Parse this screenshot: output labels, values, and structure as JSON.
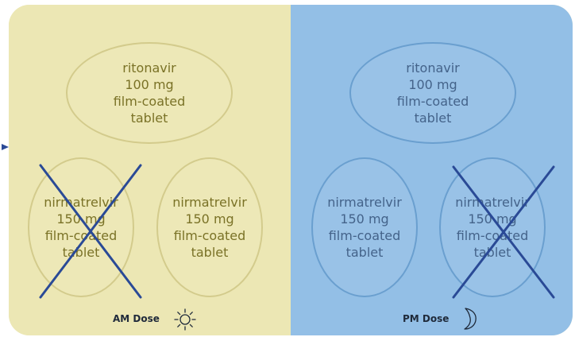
{
  "am": {
    "dose_label": "AM Dose",
    "icon": "sun-icon",
    "tablets": {
      "ritonavir": [
        "ritonavir",
        "100 mg",
        "film-coated",
        "tablet"
      ],
      "nirmatrelvir_1": [
        "nirmatrelvir",
        "150 mg",
        "film-coated",
        "tablet"
      ],
      "nirmatrelvir_2": [
        "nirmatrelvir",
        "150 mg",
        "film-coated",
        "tablet"
      ]
    },
    "crossed_out": "nirmatrelvir_1"
  },
  "pm": {
    "dose_label": "PM Dose",
    "icon": "moon-icon",
    "tablets": {
      "ritonavir": [
        "ritonavir",
        "100 mg",
        "film-coated",
        "tablet"
      ],
      "nirmatrelvir_1": [
        "nirmatrelvir",
        "150 mg",
        "film-coated",
        "tablet"
      ],
      "nirmatrelvir_2": [
        "nirmatrelvir",
        "150 mg",
        "film-coated",
        "tablet"
      ]
    },
    "crossed_out": "nirmatrelvir_2"
  },
  "colors": {
    "am_background": "#ece7b4",
    "pm_background": "#93bfe6",
    "cross_line": "#2a4a96",
    "arrow": "#2a4a96"
  }
}
